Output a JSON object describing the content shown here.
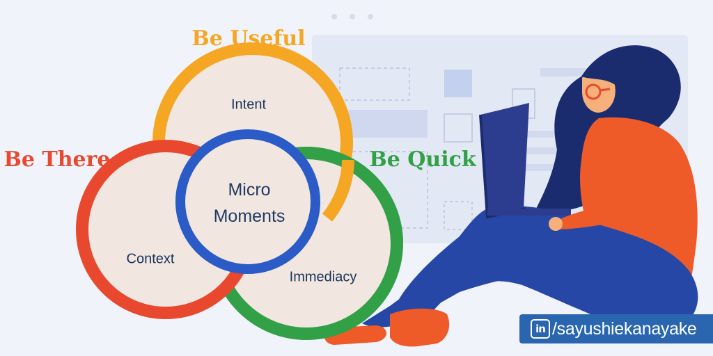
{
  "colors": {
    "background": "#f1f3fb",
    "useful_orange": "#f5a623",
    "there_red": "#e8492e",
    "quick_green": "#32a047",
    "center_blue": "#2a5bc7",
    "circle_fill": "#f2e6e0",
    "text_navy": "#17345a",
    "badge_blue": "#2a66b0",
    "sweater_orange": "#ef5a29",
    "jeans_blue": "#2747a6",
    "hair_navy": "#1b2c6e"
  },
  "diagram": {
    "headings": [
      {
        "id": "useful",
        "text": "Be Useful"
      },
      {
        "id": "there",
        "text": "Be There"
      },
      {
        "id": "quick",
        "text": "Be Quick"
      }
    ],
    "circles": [
      {
        "id": "intent",
        "label": "Intent",
        "ring": "useful_orange"
      },
      {
        "id": "context",
        "label": "Context",
        "ring": "there_red"
      },
      {
        "id": "immediacy",
        "label": "Immediacy",
        "ring": "quick_green"
      }
    ],
    "center": {
      "line1": "Micro",
      "line2": "Moments"
    }
  },
  "illustration": {
    "subject": "woman-with-laptop",
    "icons": [
      "browser-window-icon",
      "laptop-icon",
      "glasses-icon"
    ]
  },
  "badge": {
    "icon": "linkedin-icon",
    "logo_text": "in",
    "handle": "/sayushiekanayake"
  }
}
